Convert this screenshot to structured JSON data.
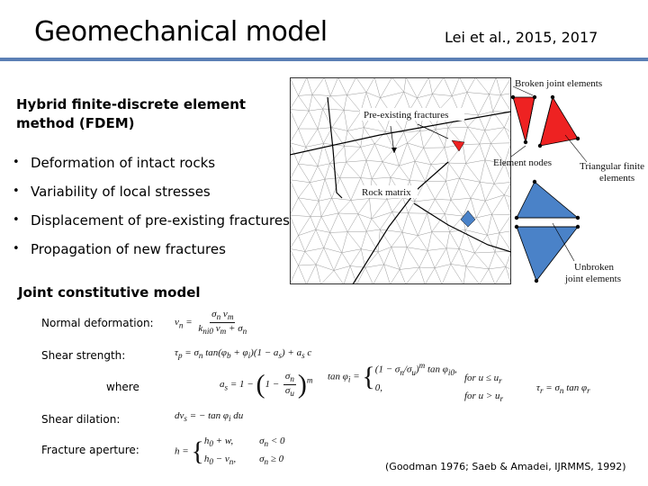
{
  "header": {
    "title": "Geomechanical model",
    "citation": "Lei et al., 2015, 2017"
  },
  "subtitle": "Hybrid finite-discrete element method (FDEM)",
  "bullets": [
    "Deformation of intact rocks",
    "Variability of local stresses",
    "Displacement of pre-existing fractures",
    "Propagation of new fractures"
  ],
  "figure": {
    "mesh_labels": {
      "preexisting": "Pre-existing fractures",
      "rock_matrix": "Rock matrix"
    },
    "element_labels": {
      "broken": "Broken joint elements",
      "nodes": "Element nodes",
      "triangular_1": "Triangular finite",
      "triangular_2": "elements",
      "unbroken_1": "Unbroken",
      "unbroken_2": "joint elements"
    },
    "colors": {
      "broken": "#ee2222",
      "unbroken": "#4a82c8",
      "mesh": "#9a9a9a",
      "fracture": "#000000"
    }
  },
  "section_title": "Joint constitutive model",
  "equations": {
    "normal_label": "Normal deformation:",
    "shear_label": "Shear strength:",
    "where_label": "where",
    "dilation_label": "Shear dilation:",
    "aperture_label": "Fracture aperture:"
  },
  "citation_bottom": "(Goodman 1976; Saeb & Amadei, IJRMMS, 1992)"
}
